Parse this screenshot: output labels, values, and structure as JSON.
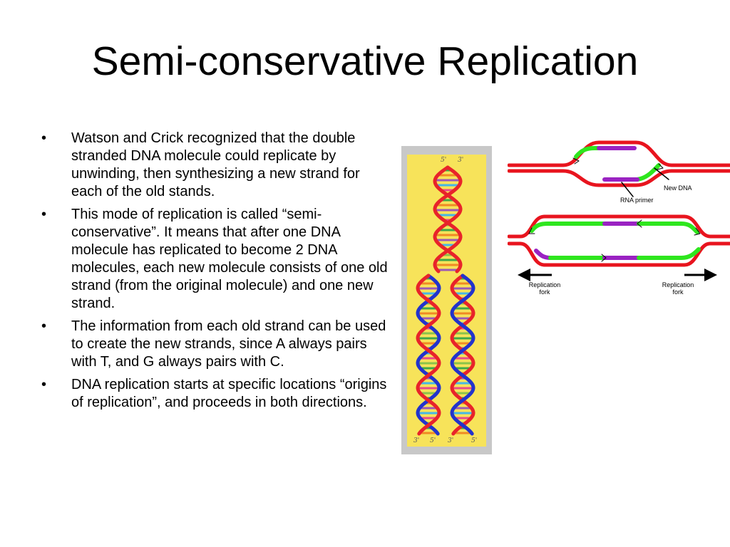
{
  "slide": {
    "title": "Semi-conservative Replication",
    "bullets": [
      "Watson and Crick recognized that the double stranded DNA molecule could replicate by unwinding, then synthesizing a new strand for each of the old stands.",
      "This mode of replication is called “semi-conservative”.   It means that after one DNA molecule has replicated to become 2 DNA molecules, each new molecule consists of one old strand (from the original molecule) and one new strand.",
      "The information from each old strand can be used to create the new strands, since A always pairs with T, and G always pairs with C.",
      "DNA replication starts at specific locations “origins of replication”, and proceeds in both directions."
    ],
    "bullet_symbol": "•"
  },
  "helix": {
    "top_labels": [
      "5'",
      "3'"
    ],
    "bottom_labels": [
      "3'",
      "5'",
      "3'",
      "5'"
    ],
    "colors": {
      "old_strand": "#e8232a",
      "new_strand": "#2233cc",
      "background": "#f7e35a",
      "frame": "#c8c8c8"
    }
  },
  "diagram": {
    "new_dna_label": "New DNA",
    "rna_primer_label": "RNA primer",
    "left_fork_label": [
      "Replication",
      "fork"
    ],
    "right_fork_label": [
      "Replication",
      "fork"
    ],
    "colors": {
      "parent": "#e8141e",
      "new": "#2ee61e",
      "primer": "#9a22c2"
    }
  }
}
